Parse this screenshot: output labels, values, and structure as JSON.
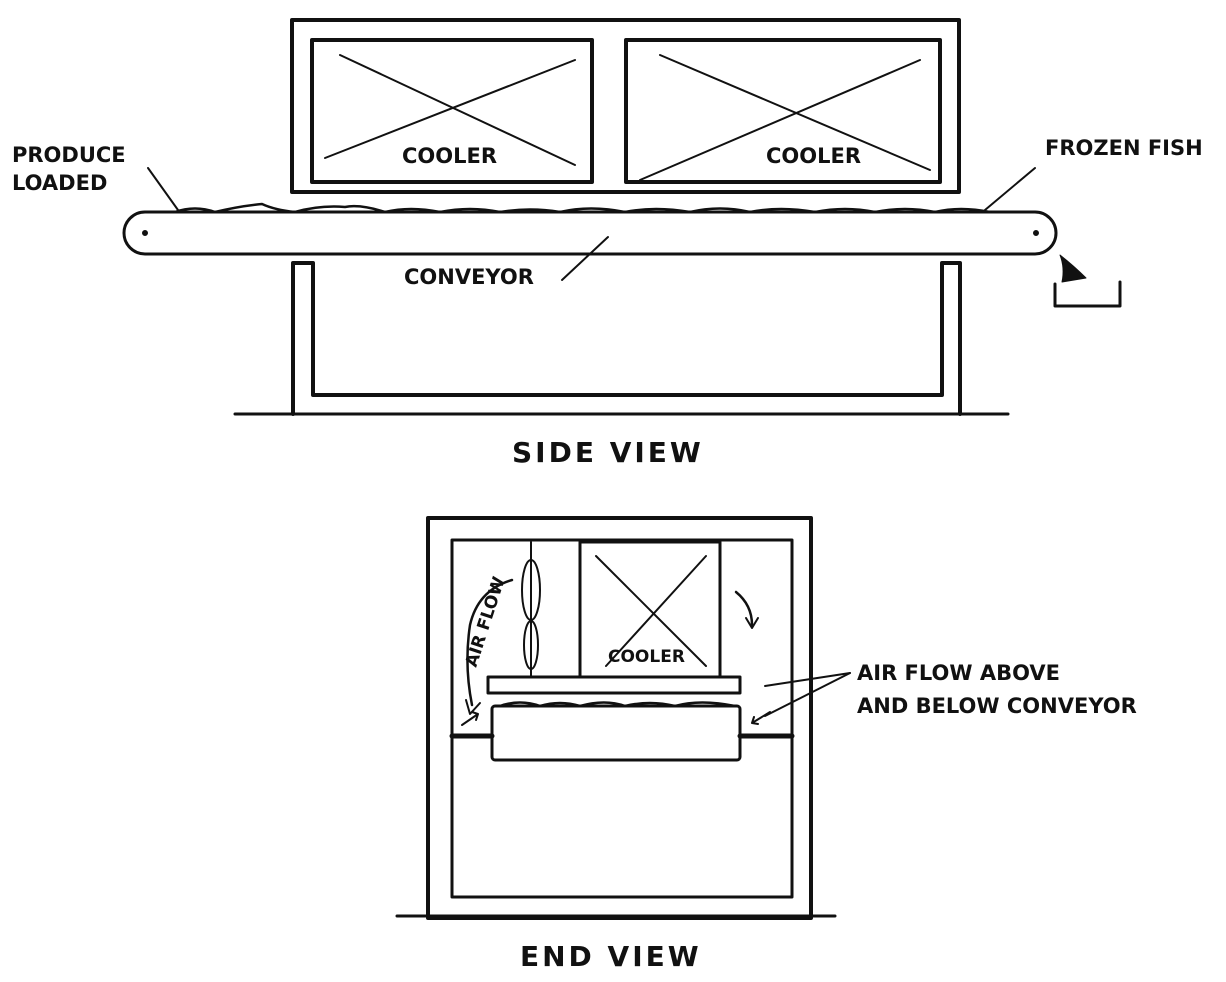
{
  "side_view": {
    "title": "SIDE VIEW",
    "cooler_left": "COOLER",
    "cooler_right": "COOLER",
    "produce_line1": "PRODUCE",
    "produce_line2": "LOADED",
    "frozen_fish": "FROZEN FISH",
    "conveyor": "CONVEYOR"
  },
  "end_view": {
    "title": "END VIEW",
    "cooler": "COOLER",
    "air_flow_curved": "AIR FLOW",
    "air_flow_line1": "AIR FLOW ABOVE",
    "air_flow_line2": "AND BELOW CONVEYOR"
  }
}
